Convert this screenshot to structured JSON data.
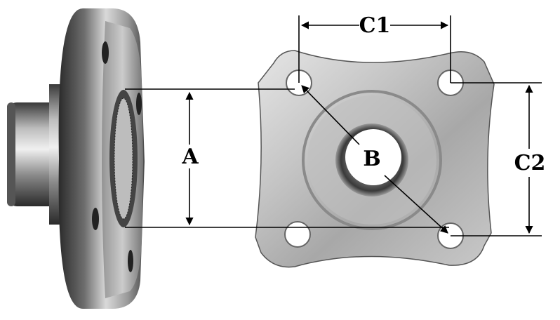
{
  "labels": {
    "a": "A",
    "b": "B",
    "c1": "C1",
    "c2": "C2"
  },
  "colors": {
    "background": "#ffffff",
    "dimension_line": "#000000",
    "metal_light": "#d8d8d8",
    "metal_mid": "#9a9a9a",
    "metal_dark": "#2a2a2a"
  }
}
